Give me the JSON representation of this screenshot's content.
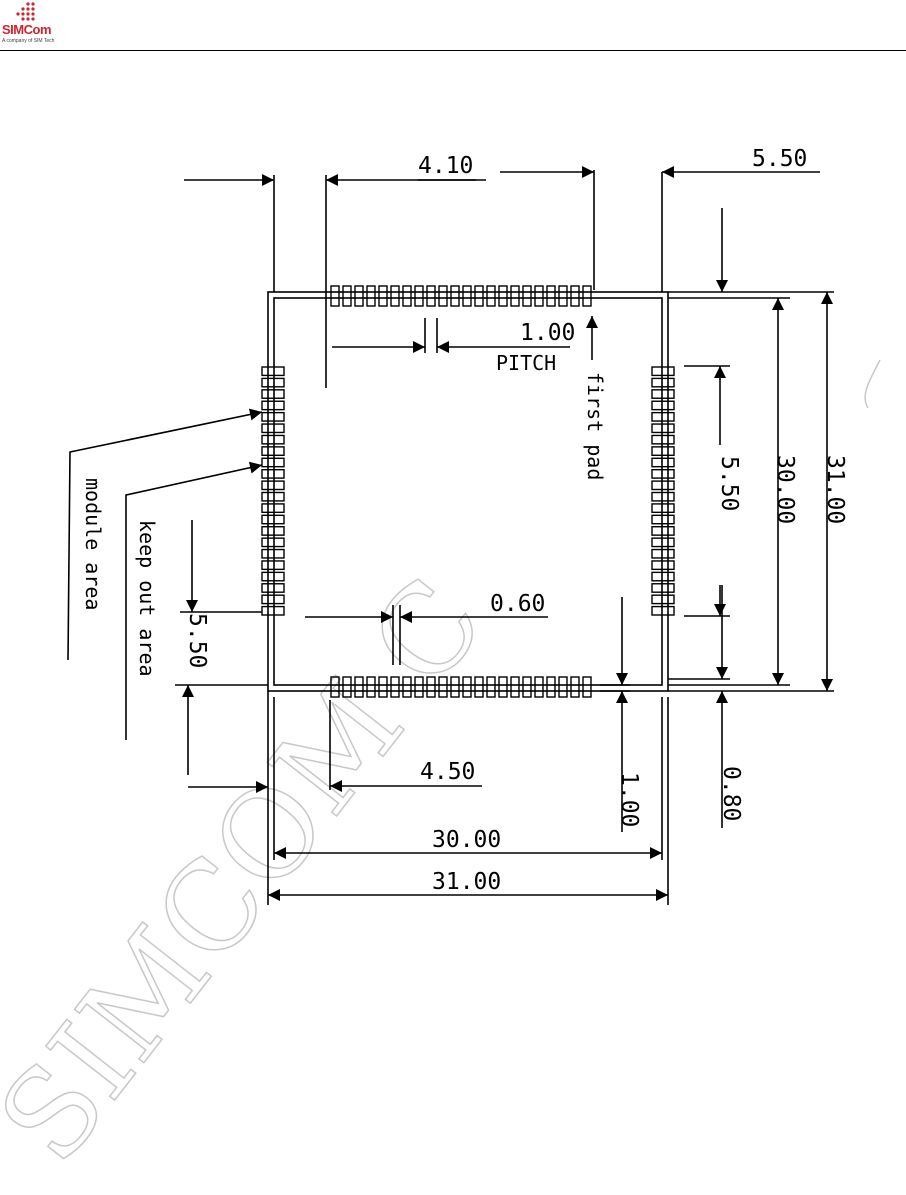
{
  "header": {
    "logo_text": "SIMCom",
    "logo_tagline": "A company of SIM Tech",
    "brand_color": "#d3232e"
  },
  "watermark": {
    "text": "SIMCOM  C"
  },
  "diagram": {
    "dimensions": {
      "top_4_10": "4.10",
      "top_5_50": "5.50",
      "pitch_1_00": "1.00",
      "pitch_label": "PITCH",
      "first_pad": "first pad",
      "right_5_50": "5.50",
      "right_30_00": "30.00",
      "right_31_00": "31.00",
      "pad_0_60": "0.60",
      "left_5_50": "5.50",
      "bottom_4_50": "4.50",
      "bottom_1_00": "1.00",
      "bottom_0_80": "0.80",
      "bottom_30_00": "30.00",
      "bottom_31_00": "31.00"
    },
    "labels": {
      "module_area": "module area",
      "keep_out_area": "keep out area"
    },
    "pads": {
      "per_side": 22
    }
  }
}
